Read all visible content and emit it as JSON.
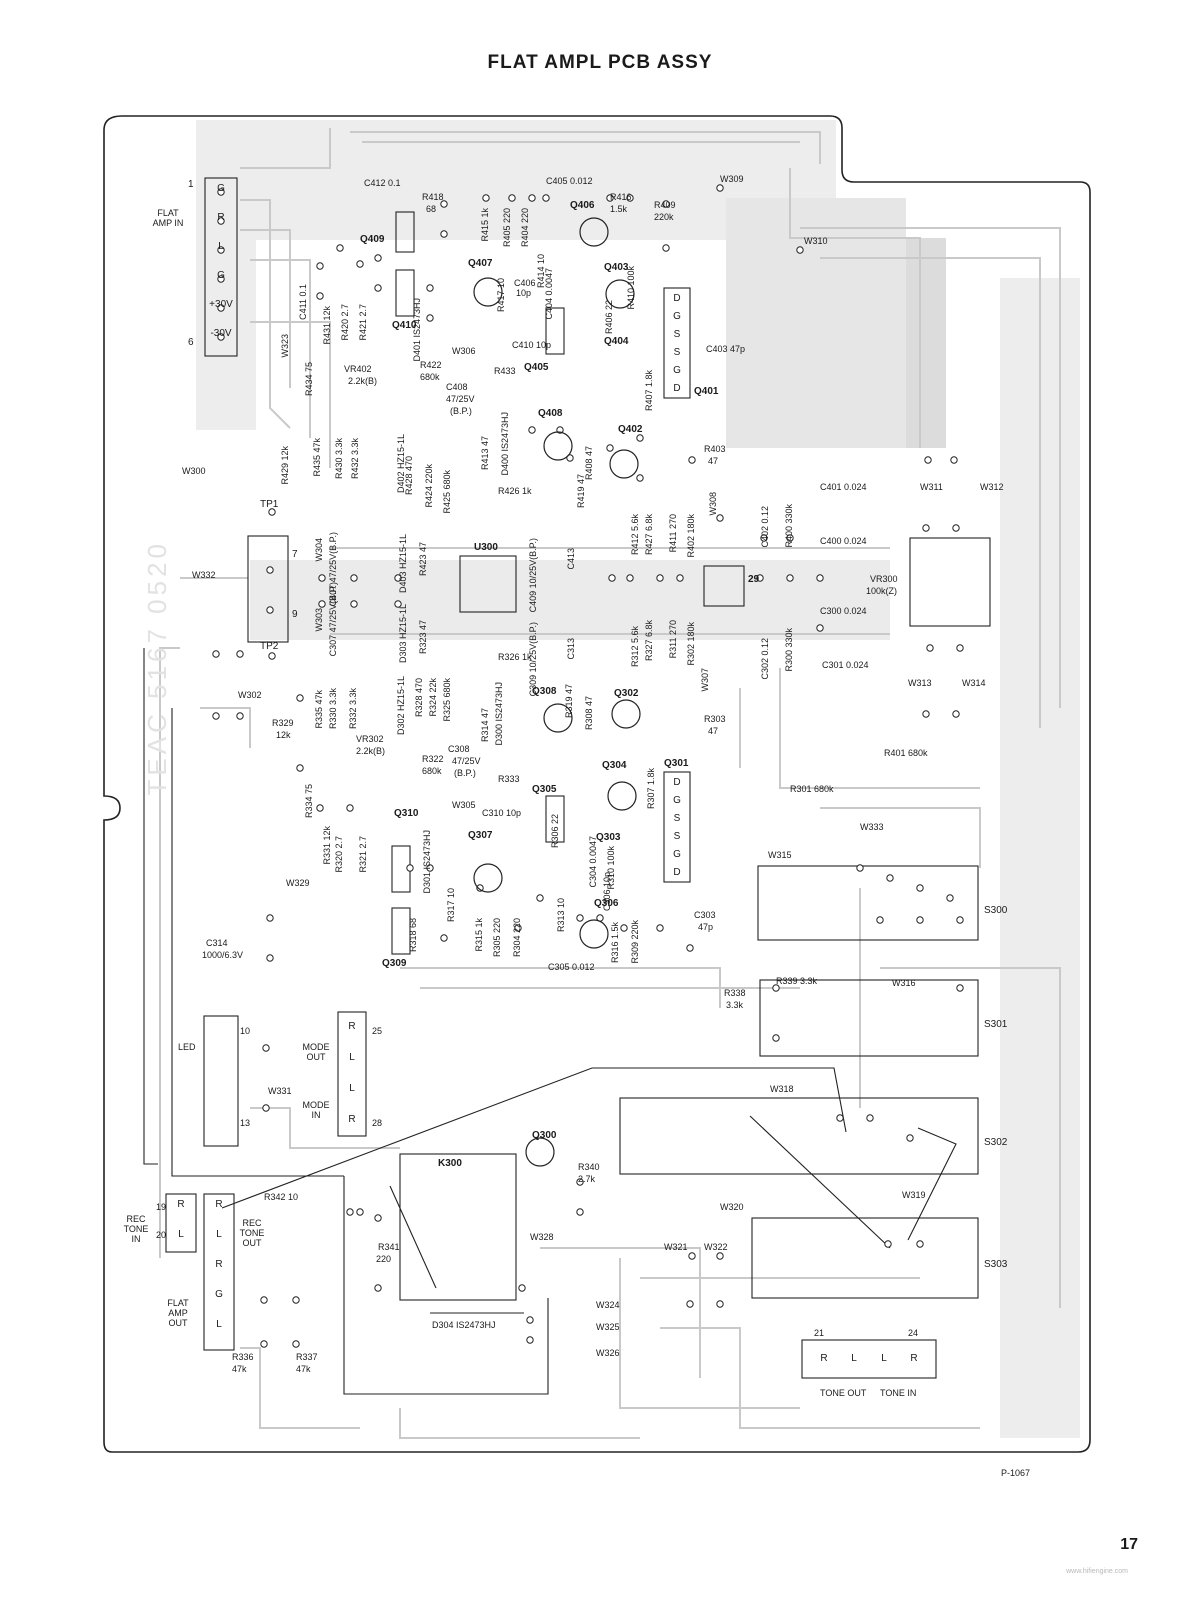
{
  "page": {
    "title": "FLAT AMPL PCB ASSY",
    "drawing_number": "P-1067",
    "page_number": "17",
    "watermark": "www.hifiengine.com",
    "ghost_text": "TEAC 5167 0520"
  },
  "connectors": {
    "flat_amp_in": {
      "label": "FLAT AMP IN",
      "pins": [
        "G",
        "R",
        "L",
        "G",
        "+30V",
        "-30V"
      ],
      "pin_first": "1",
      "pin_last": "6"
    },
    "led": {
      "label": "LED",
      "pin_first": "10",
      "pin_last": "13"
    },
    "mode": {
      "out_label": "MODE OUT",
      "in_label": "MODE IN",
      "pins": [
        "R",
        "L",
        "L",
        "R"
      ],
      "pin_first": "25",
      "pin_last": "28"
    },
    "rec_tone_in": {
      "label": "REC TONE IN",
      "pins": [
        "R",
        "L"
      ],
      "pin_first": "19",
      "pin_last": "20"
    },
    "rec_tone_out": {
      "label": "REC TONE OUT",
      "pins": [
        "R",
        "L",
        "R",
        "G",
        "L"
      ]
    },
    "flat_amp_out": {
      "label": "FLAT AMP OUT"
    },
    "tone": {
      "pins": [
        "R",
        "L",
        "L",
        "R"
      ],
      "pin_first": "21",
      "pin_last": "24",
      "out_label": "TONE OUT",
      "in_label": "TONE IN"
    }
  },
  "transistors": {
    "q401": {
      "name": "Q401",
      "pins": [
        "D",
        "G",
        "S",
        "S",
        "G",
        "D"
      ]
    },
    "q301": {
      "name": "Q301",
      "pins": [
        "D",
        "G",
        "S",
        "S",
        "G",
        "D"
      ]
    },
    "q403": "Q403",
    "q404": "Q404",
    "q405": "Q405",
    "q406": "Q406",
    "q407": "Q407",
    "q408": "Q408",
    "q402": "Q402",
    "q409": "Q409",
    "q410": "Q410",
    "q302": "Q302",
    "q303": "Q303",
    "q304": "Q304",
    "q305": "Q305",
    "q306": "Q306",
    "q307": "Q307",
    "q308": "Q308",
    "q309": "Q309",
    "q310": "Q310",
    "q300": "Q300"
  },
  "ics": {
    "u300": "U300",
    "k300": "K300",
    "vr300": "VR300",
    "vr300_val": "100k(Z)",
    "ic29": "29"
  },
  "test_points": {
    "tp1": "TP1",
    "tp2": "TP2",
    "tp_pin7": "7",
    "tp_pin9": "9"
  },
  "switches": [
    "S300",
    "S301",
    "S302",
    "S303"
  ],
  "labels": [
    {
      "t": "C412  0.1"
    },
    {
      "t": "R418"
    },
    {
      "t": "68"
    },
    {
      "t": "C405 0.012"
    },
    {
      "t": "R416"
    },
    {
      "t": "1.5k"
    },
    {
      "t": "R409"
    },
    {
      "t": "220k"
    },
    {
      "t": "W309"
    },
    {
      "t": "W310"
    },
    {
      "t": "R415  1k"
    },
    {
      "t": "R405  220"
    },
    {
      "t": "R404  220"
    },
    {
      "t": "R414  10"
    },
    {
      "t": "R417  10"
    },
    {
      "t": "C406"
    },
    {
      "t": "10p"
    },
    {
      "t": "C404 0.0047"
    },
    {
      "t": "R406  22"
    },
    {
      "t": "R410  100k"
    },
    {
      "t": "C411  0.1"
    },
    {
      "t": "R420  2.7"
    },
    {
      "t": "R421  2.7"
    },
    {
      "t": "R431  12k"
    },
    {
      "t": "D401  IS2473HJ"
    },
    {
      "t": "W323"
    },
    {
      "t": "C410  10p"
    },
    {
      "t": "C403  47p"
    },
    {
      "t": "R434  75"
    },
    {
      "t": "VR402"
    },
    {
      "t": "2.2k(B)"
    },
    {
      "t": "R422"
    },
    {
      "t": "680k"
    },
    {
      "t": "W306"
    },
    {
      "t": "R433"
    },
    {
      "t": "R407  1.8k"
    },
    {
      "t": "C408"
    },
    {
      "t": "47/25V"
    },
    {
      "t": "(B.P.)"
    },
    {
      "t": "R429  12k"
    },
    {
      "t": "R435  47k"
    },
    {
      "t": "R430  3.3k"
    },
    {
      "t": "R432  3.3k"
    },
    {
      "t": "D402  HZ15-1L"
    },
    {
      "t": "R428  470"
    },
    {
      "t": "R424  220k"
    },
    {
      "t": "R425  680k"
    },
    {
      "t": "R413  47"
    },
    {
      "t": "D400  IS2473HJ"
    },
    {
      "t": "R408  47"
    },
    {
      "t": "R419  47"
    },
    {
      "t": "R403"
    },
    {
      "t": "47"
    },
    {
      "t": "W300"
    },
    {
      "t": "R426  1k"
    },
    {
      "t": "W308"
    },
    {
      "t": "C401  0.024"
    },
    {
      "t": "W311"
    },
    {
      "t": "W312"
    },
    {
      "t": "C402  0.12"
    },
    {
      "t": "R400  330k"
    },
    {
      "t": "C400  0.024"
    },
    {
      "t": "W304"
    },
    {
      "t": "C407  47/25V(B.P.)"
    },
    {
      "t": "D403  HZ15-1L"
    },
    {
      "t": "R423  47"
    },
    {
      "t": "C409  10/25V(B.P.)"
    },
    {
      "t": "C413"
    },
    {
      "t": "R412  5.6k"
    },
    {
      "t": "R427  6.8k"
    },
    {
      "t": "R411  270"
    },
    {
      "t": "R402  180k"
    },
    {
      "t": "W332"
    },
    {
      "t": "W303"
    },
    {
      "t": "C307  47/25V(B.P.)"
    },
    {
      "t": "D303  HZ15-1L"
    },
    {
      "t": "R323  47"
    },
    {
      "t": "C309  10/25V(B.P.)"
    },
    {
      "t": "C313"
    },
    {
      "t": "R312  5.6k"
    },
    {
      "t": "R327  6.8k"
    },
    {
      "t": "R311  270"
    },
    {
      "t": "R302  180k"
    },
    {
      "t": "C302  0.12"
    },
    {
      "t": "R300  330k"
    },
    {
      "t": "C300  0.024"
    },
    {
      "t": "C301  0.024"
    },
    {
      "t": "W313"
    },
    {
      "t": "W314"
    },
    {
      "t": "W302"
    },
    {
      "t": "R326  1k"
    },
    {
      "t": "W307"
    },
    {
      "t": "R329"
    },
    {
      "t": "12k"
    },
    {
      "t": "R335  47k"
    },
    {
      "t": "R330  3.3k"
    },
    {
      "t": "R332  3.3k"
    },
    {
      "t": "D302  HZ15-1L"
    },
    {
      "t": "R328  470"
    },
    {
      "t": "R324  22k"
    },
    {
      "t": "R325  680k"
    },
    {
      "t": "R314  47"
    },
    {
      "t": "D300  IS2473HJ"
    },
    {
      "t": "R319  47"
    },
    {
      "t": "R308  47"
    },
    {
      "t": "R303"
    },
    {
      "t": "47"
    },
    {
      "t": "R401  680k"
    },
    {
      "t": "VR302"
    },
    {
      "t": "2.2k(B)"
    },
    {
      "t": "C308"
    },
    {
      "t": "47/25V"
    },
    {
      "t": "(B.P.)"
    },
    {
      "t": "R322"
    },
    {
      "t": "680k"
    },
    {
      "t": "R333"
    },
    {
      "t": "R334  75"
    },
    {
      "t": "R307  1.8k"
    },
    {
      "t": "R301  680k"
    },
    {
      "t": "W305"
    },
    {
      "t": "C310  10p"
    },
    {
      "t": "R306  22"
    },
    {
      "t": "W333"
    },
    {
      "t": "R331  12k"
    },
    {
      "t": "R320  2.7"
    },
    {
      "t": "R321  2.7"
    },
    {
      "t": "D301  IS2473HJ"
    },
    {
      "t": "C304  0.0047"
    },
    {
      "t": "R310  100k"
    },
    {
      "t": "W315"
    },
    {
      "t": "C306  10p"
    },
    {
      "t": "W329"
    },
    {
      "t": "R317  10"
    },
    {
      "t": "R313  10"
    },
    {
      "t": "C303"
    },
    {
      "t": "47p"
    },
    {
      "t": "C314"
    },
    {
      "t": "1000/6.3V"
    },
    {
      "t": "R315  1k"
    },
    {
      "t": "R305  220"
    },
    {
      "t": "R304  220"
    },
    {
      "t": "R316  1.5k"
    },
    {
      "t": "R309  220k"
    },
    {
      "t": "C305  0.012"
    },
    {
      "t": "R318  68"
    },
    {
      "t": "R339  3.3k"
    },
    {
      "t": "W316"
    },
    {
      "t": "R338"
    },
    {
      "t": "3.3k"
    },
    {
      "t": "W331"
    },
    {
      "t": "W318"
    },
    {
      "t": "R340"
    },
    {
      "t": "2.7k"
    },
    {
      "t": "R342  10"
    },
    {
      "t": "W320"
    },
    {
      "t": "W319"
    },
    {
      "t": "W328"
    },
    {
      "t": "R341"
    },
    {
      "t": "220"
    },
    {
      "t": "W321"
    },
    {
      "t": "W322"
    },
    {
      "t": "D304  IS2473HJ"
    },
    {
      "t": "W324"
    },
    {
      "t": "W325"
    },
    {
      "t": "W326"
    },
    {
      "t": "R336"
    },
    {
      "t": "47k"
    },
    {
      "t": "R337"
    },
    {
      "t": "47k"
    }
  ]
}
